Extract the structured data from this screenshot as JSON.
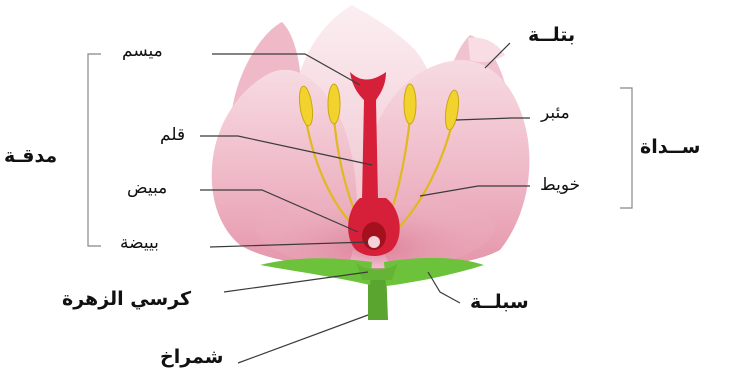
{
  "labels": {
    "stigma": "ميسم",
    "style": "قلم",
    "ovary": "مبيض",
    "ovule": "بييضة",
    "pistil": "مدقـة",
    "petal": "بتلــة",
    "anther": "مئبر",
    "filament": "خويط",
    "stamen": "ســداة",
    "receptacle": "كرسي الزهرة",
    "sepal": "سبلــة",
    "pedicel": "شمراخ"
  },
  "colors": {
    "petal_outer": "#f3c9d4",
    "petal_inner": "#e8a0b3",
    "petal_dark": "#d07a92",
    "pistil": "#d6203a",
    "ovary_inner": "#a3111f",
    "ovule": "#f5d3d9",
    "anther": "#f2d22c",
    "filament": "#e2bb1e",
    "sepal": "#6cc23a",
    "stem": "#58a32e",
    "line": "#3b3b3b"
  }
}
